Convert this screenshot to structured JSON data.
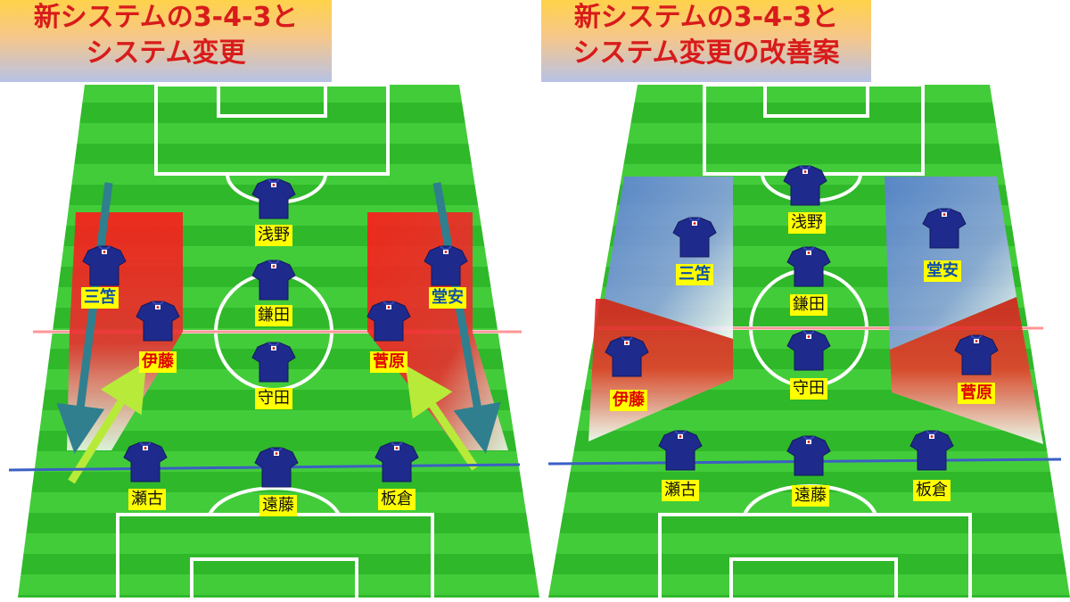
{
  "titles": {
    "left": {
      "line1": "新システムの3-4-3と",
      "line2": "システム変更"
    },
    "right": {
      "line1": "新システムの3-4-3と",
      "line2": "システム変更の改善案"
    }
  },
  "players": {
    "asano": "浅野",
    "kamada": "鎌田",
    "morita": "守田",
    "mitoma": "三笘",
    "doan": "堂安",
    "ito": "伊藤",
    "sugawara": "菅原",
    "seko": "瀬古",
    "endo": "遠藤",
    "itakura": "板倉"
  },
  "colors": {
    "jersey": "#1e2a8c",
    "label_bg": "#ffff00",
    "highlight_red": "#e00000",
    "highlight_blue": "#0f4fa8",
    "pitch_light": "#43cc3a",
    "pitch_dark": "#2fb82a",
    "defense_line": "#3b5fc4",
    "halfway_line": "#ff5a5a"
  },
  "icons": [
    "jersey-icon",
    "arrow-icon"
  ]
}
